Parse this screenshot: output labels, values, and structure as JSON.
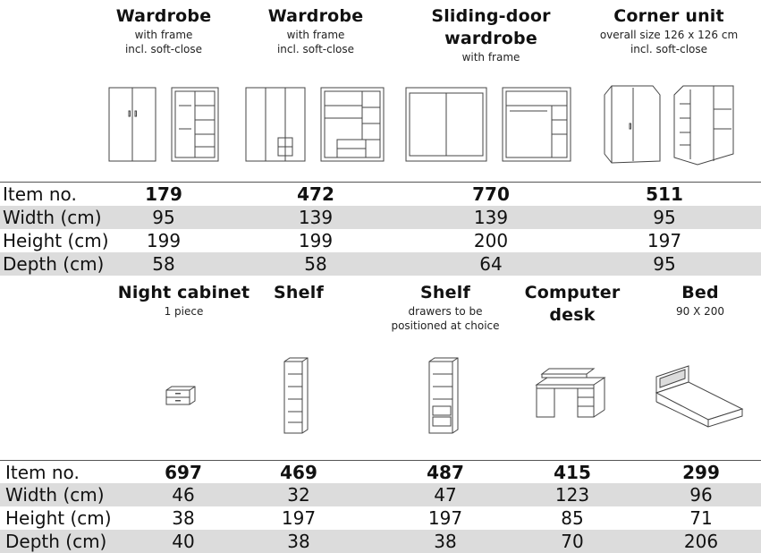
{
  "section1": {
    "products": [
      {
        "title": "Wardrobe",
        "sub1": "with frame",
        "sub2": "incl. soft-close",
        "icon": "wardrobe-2door-icon"
      },
      {
        "title": "Wardrobe",
        "sub1": "with frame",
        "sub2": "incl. soft-close",
        "icon": "wardrobe-3door-icon"
      },
      {
        "title": "Sliding-door",
        "title2": "wardrobe",
        "sub1": "with frame",
        "icon": "sliding-door-wardrobe-icon"
      },
      {
        "title": "Corner unit",
        "sub1": "overall size 126 x 126 cm",
        "sub2": "incl. soft-close",
        "icon": "corner-unit-icon"
      }
    ],
    "rows": [
      {
        "label": "Item no.",
        "values": [
          "179",
          "472",
          "770",
          "511"
        ]
      },
      {
        "label": "Width (cm)",
        "values": [
          "95",
          "139",
          "139",
          "95"
        ]
      },
      {
        "label": "Height (cm)",
        "values": [
          "199",
          "199",
          "200",
          "197"
        ]
      },
      {
        "label": "Depth (cm)",
        "values": [
          "58",
          "58",
          "64",
          "95"
        ]
      }
    ]
  },
  "section2": {
    "products": [
      {
        "title": "Night cabinet",
        "sub1": "1 piece",
        "icon": "night-cabinet-icon"
      },
      {
        "title": "Shelf",
        "icon": "shelf-narrow-icon"
      },
      {
        "title": "Shelf",
        "sub1": "drawers to be",
        "sub2": "positioned at choice",
        "icon": "shelf-wide-icon"
      },
      {
        "title": "Computer",
        "title2": "desk",
        "icon": "computer-desk-icon"
      },
      {
        "title": "Bed",
        "sub1": "90 X 200",
        "icon": "bed-icon"
      }
    ],
    "rows": [
      {
        "label": "Item no.",
        "values": [
          "697",
          "469",
          "487",
          "415",
          "299"
        ]
      },
      {
        "label": "Width (cm)",
        "values": [
          "46",
          "32",
          "47",
          "123",
          "96"
        ]
      },
      {
        "label": "Height (cm)",
        "values": [
          "38",
          "197",
          "197",
          "85",
          "71"
        ]
      },
      {
        "label": "Depth (cm)",
        "values": [
          "40",
          "38",
          "38",
          "70",
          "206"
        ]
      }
    ]
  }
}
